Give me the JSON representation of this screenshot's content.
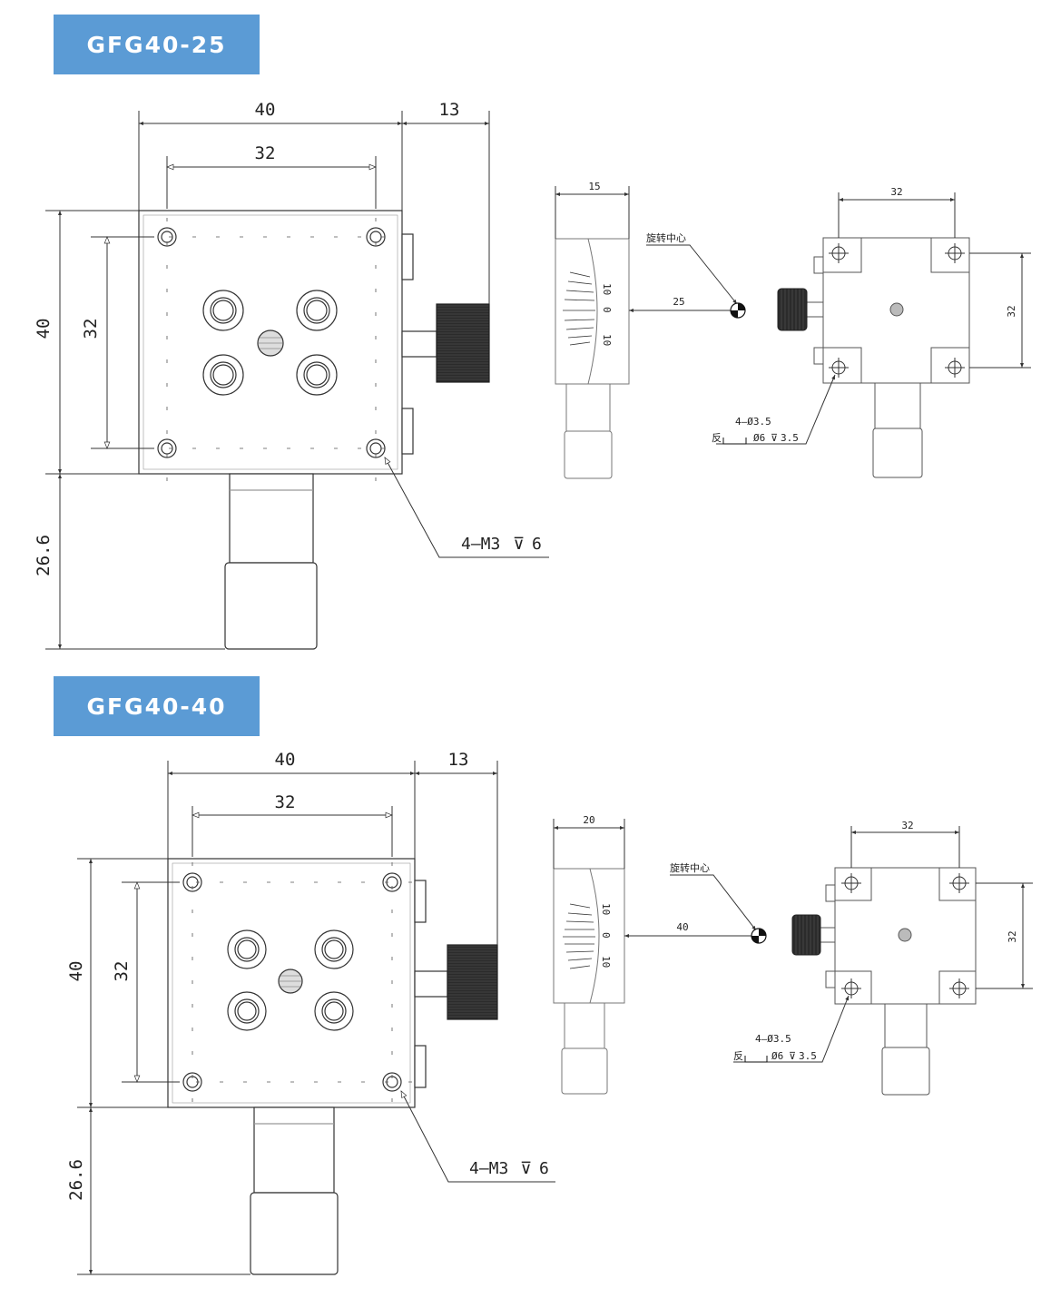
{
  "sections": [
    {
      "model": "GFG40-25",
      "main": {
        "width": "40",
        "hole_pitch_x": "32",
        "knob_offset": "13",
        "height": "40",
        "hole_pitch_y": "32",
        "micrometer": "26.6",
        "thread_note": "4—M3",
        "thread_depth": "6"
      },
      "side": {
        "width": "15",
        "radius": "25",
        "rotation_center": "旋转中心",
        "scale_top": "10",
        "scale_mid": "0",
        "scale_bot": "10"
      },
      "back": {
        "pitch_x": "32",
        "pitch_y": "32",
        "hole_note": "4—Ø3.5",
        "cbore_prefix": "反",
        "cbore_note": "Ø6",
        "cbore_depth": "3.5"
      }
    },
    {
      "model": "GFG40-40",
      "main": {
        "width": "40",
        "hole_pitch_x": "32",
        "knob_offset": "13",
        "height": "40",
        "hole_pitch_y": "32",
        "micrometer": "26.6",
        "thread_note": "4—M3",
        "thread_depth": "6"
      },
      "side": {
        "width": "20",
        "radius": "40",
        "rotation_center": "旋转中心",
        "scale_top": "10",
        "scale_mid": "0",
        "scale_bot": "10"
      },
      "back": {
        "pitch_x": "32",
        "pitch_y": "32",
        "hole_note": "4—Ø3.5",
        "cbore_prefix": "反",
        "cbore_note": "Ø6",
        "cbore_depth": "3.5"
      }
    }
  ],
  "colors": {
    "badge": "#5b9bd5",
    "line": "#333333",
    "knob": "#2b2b2b"
  }
}
